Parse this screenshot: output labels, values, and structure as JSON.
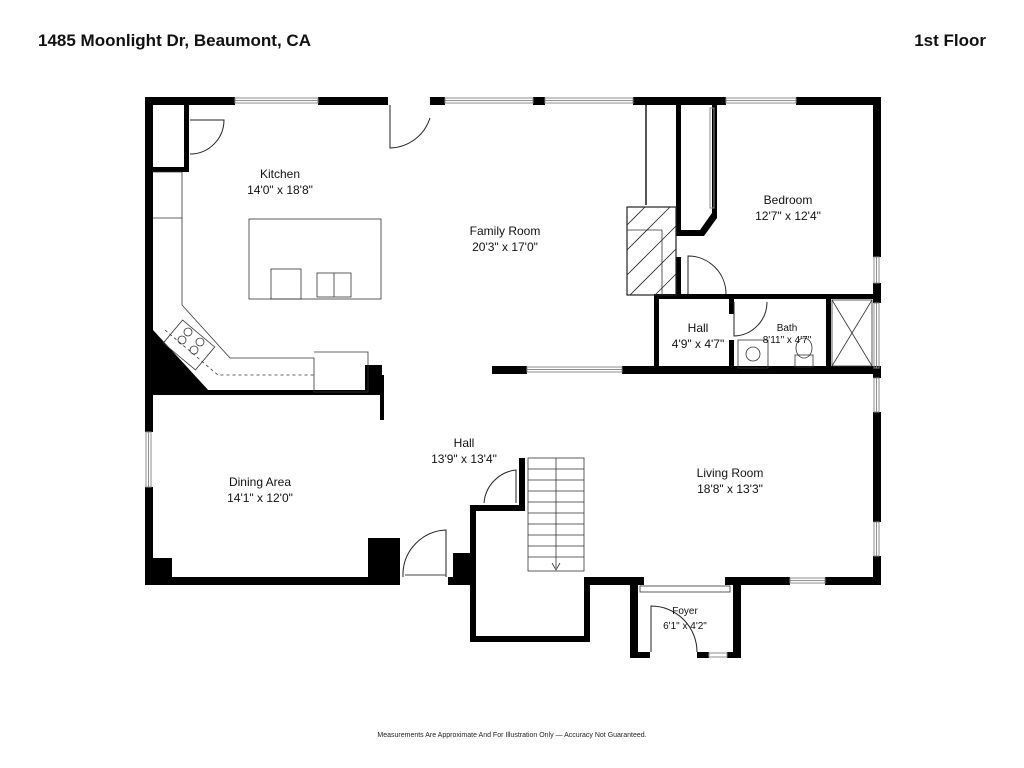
{
  "header": {
    "address": "1485 Moonlight Dr, Beaumont, CA",
    "floor": "1st Floor"
  },
  "rooms": [
    {
      "name": "Kitchen",
      "size": "14'0\" x 18'8\""
    },
    {
      "name": "Family Room",
      "size": "20'3\" x 17'0\""
    },
    {
      "name": "Bedroom",
      "size": "12'7\" x 12'4\""
    },
    {
      "name": "Hall",
      "size": "4'9\" x 4'7\""
    },
    {
      "name": "Bath",
      "size": "8'11\" x 4'7\""
    },
    {
      "name": "Dining Area",
      "size": "14'1\" x 12'0\""
    },
    {
      "name": "Hall",
      "size": "13'9\" x 13'4\""
    },
    {
      "name": "Living Room",
      "size": "18'8\" x 13'3\""
    },
    {
      "name": "Foyer",
      "size": "6'1\" x 4'2\""
    }
  ],
  "colors": {
    "wall": "#000000",
    "window": "#9a9a9a",
    "fixture": "#333333",
    "background": "#ffffff"
  },
  "footer": {
    "disclaimer": "Measurements Are Approximate And For Illustration Only — Accuracy Not Guaranteed."
  }
}
